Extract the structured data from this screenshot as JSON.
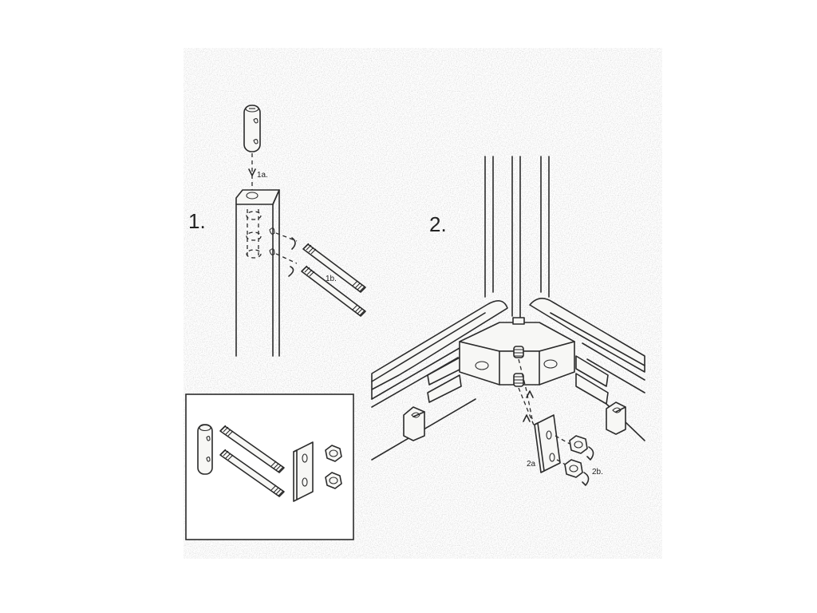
{
  "steps": [
    {
      "number": "1."
    },
    {
      "number": "2."
    }
  ],
  "callouts": {
    "c1a": "1a.",
    "c1b": "1b.",
    "c2a": "2a",
    "c2b": "2b."
  },
  "parts_box": {
    "items": [
      "dowel-pin-icon",
      "threaded-rod-icon",
      "threaded-rod-icon",
      "bracket-plate-icon",
      "hex-nut-icon",
      "hex-nut-icon"
    ]
  },
  "colors": {
    "line": "#2b2b2b",
    "paper": "#ffffff"
  }
}
